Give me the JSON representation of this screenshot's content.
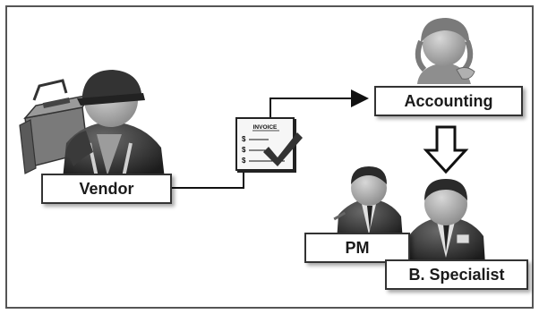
{
  "diagram": {
    "nodes": {
      "vendor": {
        "label": "Vendor"
      },
      "accounting": {
        "label": "Accounting"
      },
      "pm": {
        "label": "PM"
      },
      "specialist": {
        "label": "B. Specialist"
      }
    },
    "invoice": {
      "title": "INVOICE",
      "line_symbols": [
        "$",
        "$",
        "$"
      ]
    },
    "edges": [
      {
        "from": "vendor",
        "to": "invoice",
        "style": "line"
      },
      {
        "from": "invoice",
        "to": "accounting",
        "style": "arrow"
      },
      {
        "from": "accounting",
        "to": "pm-and-specialist",
        "style": "hollow-down-arrow"
      }
    ]
  },
  "colors": {
    "border": "#555555",
    "figure_dark": "#2b2b2b",
    "figure_mid": "#6e6e6e",
    "skin": "#b7b7b7",
    "box_border": "#333333"
  }
}
